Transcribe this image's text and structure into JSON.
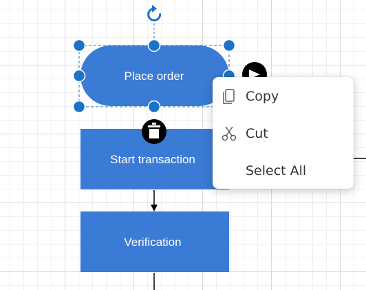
{
  "diagram": {
    "nodes": [
      {
        "id": "place-order",
        "shape": "terminator",
        "label": "Place order",
        "selected": true
      },
      {
        "id": "start-transaction",
        "shape": "process",
        "label": "Start transaction"
      },
      {
        "id": "verification",
        "shape": "process",
        "label": "Verification"
      }
    ],
    "colors": {
      "node_fill": "#3a7bd5",
      "selection_handle": "#1a73c8",
      "connector": "#000000",
      "menu_text": "#333333"
    }
  },
  "selector": {
    "rotate_icon": "rotate-icon",
    "delete_icon": "trash-icon",
    "connect_icon": "arrow-right-icon"
  },
  "context_menu": {
    "items": [
      {
        "id": "copy",
        "label": "Copy",
        "icon": "copy-icon"
      },
      {
        "id": "cut",
        "label": "Cut",
        "icon": "scissors-icon"
      },
      {
        "id": "select-all",
        "label": "Select All",
        "icon": ""
      }
    ]
  }
}
